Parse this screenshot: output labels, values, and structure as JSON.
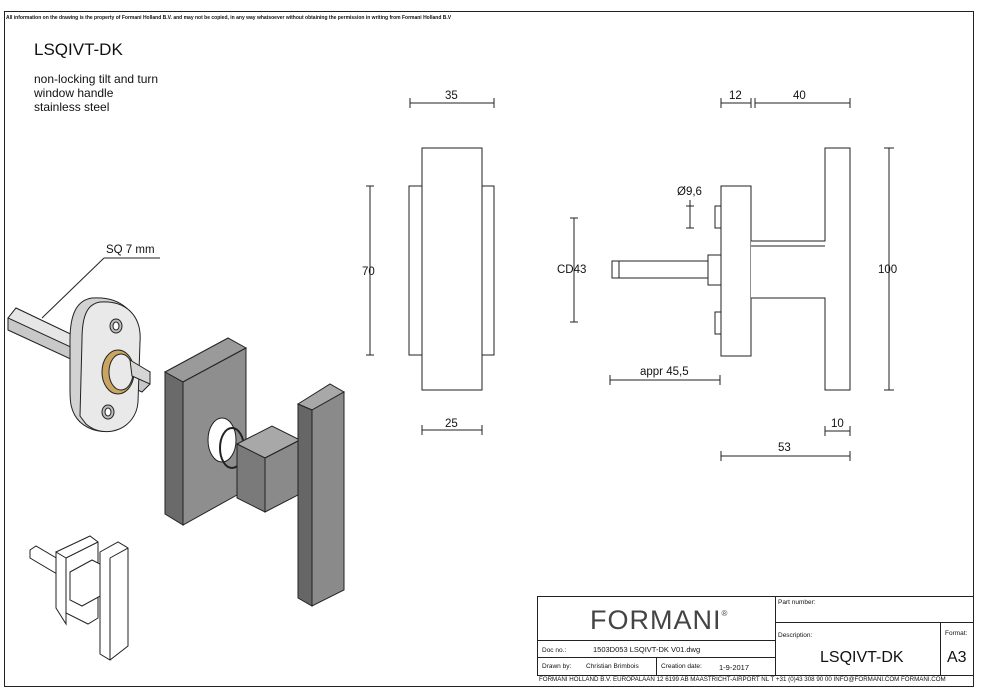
{
  "notice": "All information on the drawing is the property of Formani Holland B.V. and may not be copied, in any way whatsoever without obtaining the permission in writing from Formani Holland B.V",
  "product": {
    "code": "LSQIVT-DK",
    "description_lines": [
      "non-locking tilt and turn",
      "window handle",
      "stainless steel"
    ]
  },
  "dimensions": {
    "front_width_top": "35",
    "front_height": "70",
    "front_width_bottom": "25",
    "side_rose_depth": "12",
    "side_handle_depth": "40",
    "diameter": "Ø9,6",
    "center_distance": "CD43",
    "spindle_length": "appr 45,5",
    "handle_height": "100",
    "handle_thickness": "10",
    "overall_depth": "53",
    "spindle_callout": "SQ 7 mm"
  },
  "title_block": {
    "logo": "FORMANI",
    "logo_mark": "®",
    "part_number_label": "Part number:",
    "description_label": "Description:",
    "format_label": "Format:",
    "description_value": "LSQIVT-DK",
    "format_value": "A3",
    "doc_no_label": "Doc no.:",
    "doc_no_value": "1503D053 LSQIVT-DK V01.dwg",
    "drawn_by_label": "Drawn by:",
    "drawn_by_value": "Christian Brimbois",
    "creation_date_label": "Creation date:",
    "creation_date_value": "1-9-2017",
    "footer": "FORMANI HOLLAND B.V.  EUROPALAAN 12  6199 AB MAASTRICHT-AIRPORT NL  T +31 (0)43 308 90 00 INFO@FORMANI.COM FORMANI.COM"
  }
}
